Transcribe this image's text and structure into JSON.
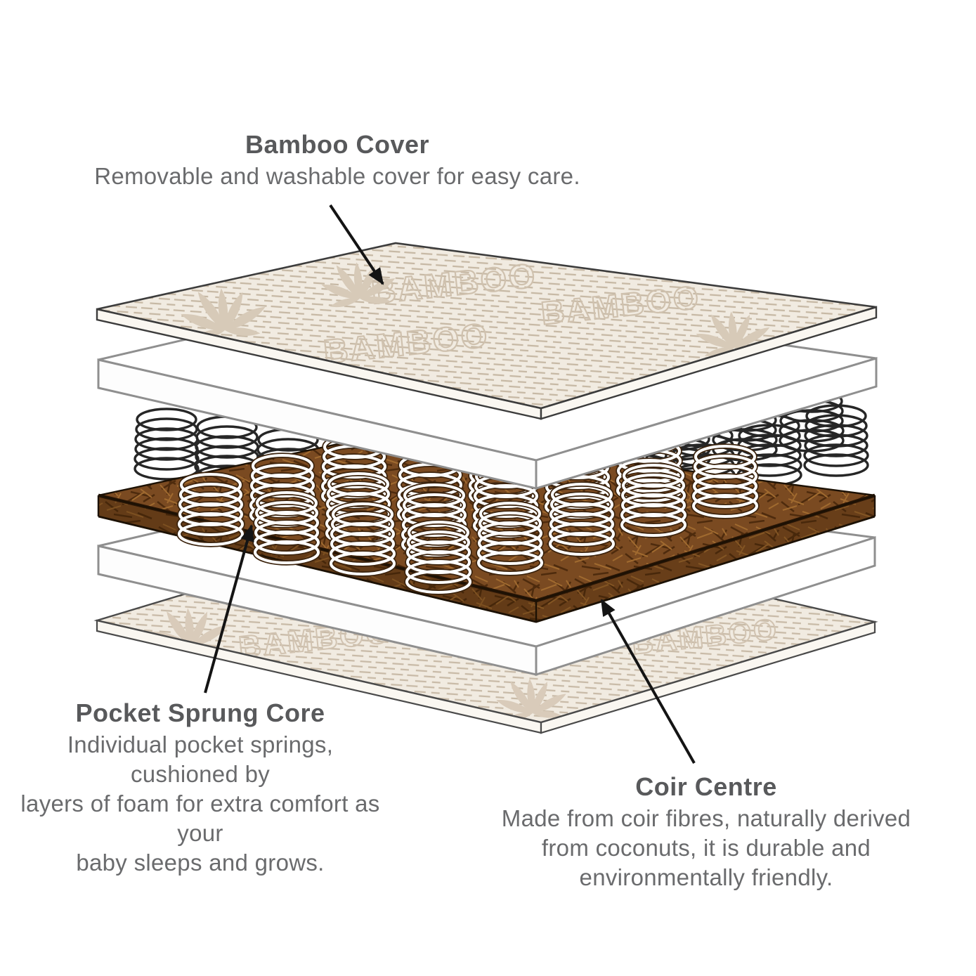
{
  "annotations": {
    "bamboo_cover": {
      "title": "Bamboo Cover",
      "description": "Removable and washable cover for easy care."
    },
    "pocket_sprung_core": {
      "title": "Pocket Sprung Core",
      "lines": [
        "Individual pocket springs, cushioned by",
        "layers of foam for extra comfort as your",
        "baby sleeps and grows."
      ]
    },
    "coir_centre": {
      "title": "Coir Centre",
      "lines": [
        "Made from coir fibres, naturally derived",
        "from coconuts, it is durable and",
        "environmentally friendly."
      ]
    }
  },
  "diagram": {
    "watermark": "BAMBOO",
    "layers": [
      {
        "name": "bamboo-cover-top",
        "type": "fabric"
      },
      {
        "name": "foam-upper",
        "type": "foam"
      },
      {
        "name": "pocket-springs",
        "type": "springs"
      },
      {
        "name": "coir-centre",
        "type": "coir"
      },
      {
        "name": "foam-lower",
        "type": "foam"
      },
      {
        "name": "bamboo-cover-bottom",
        "type": "fabric"
      }
    ],
    "colors": {
      "fabric_base": "#f1ebe1",
      "fabric_dash": "#c6b8a4",
      "fabric_motif": "#d7cab8",
      "coir_base": "#7a4a21",
      "coir_fibre_dark": "#4e2b0d",
      "coir_fibre_light": "#a06a2f",
      "coir_side": "#5f3713",
      "foam_fill": "#ffffff",
      "foam_stroke": "#8f8f8f",
      "cover_stroke": "#3c3c3c",
      "arrow": "#141414",
      "title_text": "#58595b",
      "body_text": "#6a6b6d"
    }
  }
}
